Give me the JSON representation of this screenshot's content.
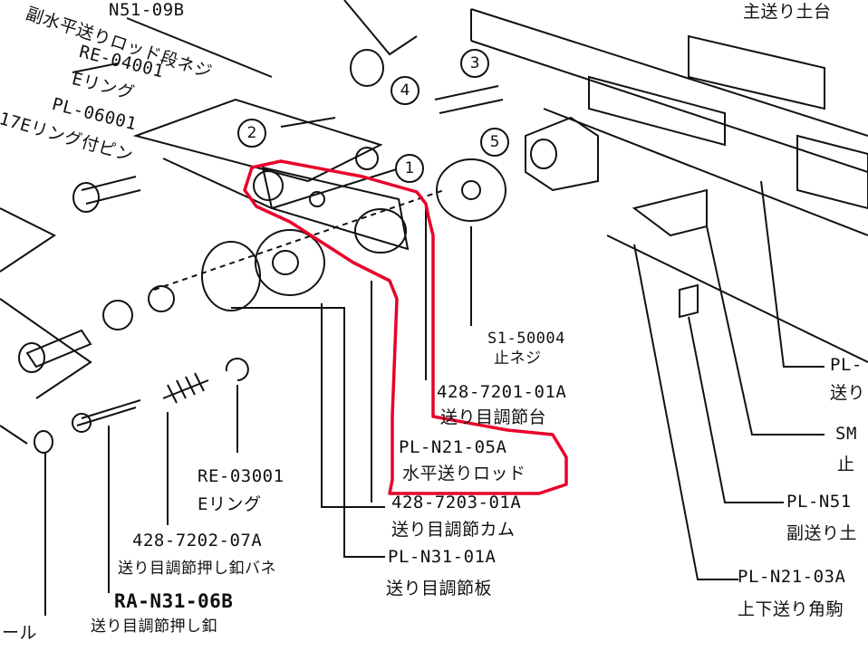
{
  "diagram": {
    "highlight_color": "#e8002a",
    "ink_color": "#111111",
    "labels": [
      {
        "id": "t1",
        "text": "N51-09B"
      },
      {
        "id": "t2",
        "text": "副水平送りロッド段ネジ"
      },
      {
        "id": "t3",
        "text": "RE-04001"
      },
      {
        "id": "t4",
        "text": "Eリング"
      },
      {
        "id": "t5",
        "text": "PL-06001"
      },
      {
        "id": "t6",
        "text": "17Eリング付ピン"
      },
      {
        "id": "t7",
        "text": "主送り土台"
      },
      {
        "id": "t8",
        "text": "S1-50004"
      },
      {
        "id": "t9",
        "text": "止ネジ"
      },
      {
        "id": "t10",
        "text": "428-7201-01A"
      },
      {
        "id": "t11",
        "text": "送り目調節台"
      },
      {
        "id": "t12",
        "text": "PL-N21-05A"
      },
      {
        "id": "t13",
        "text": "水平送りロッド"
      },
      {
        "id": "t14",
        "text": "428-7203-01A"
      },
      {
        "id": "t15",
        "text": "送り目調節カム"
      },
      {
        "id": "t16",
        "text": "PL-N31-01A"
      },
      {
        "id": "t17",
        "text": "送り目調節板"
      },
      {
        "id": "t18",
        "text": "RE-03001"
      },
      {
        "id": "t19",
        "text": "Eリング"
      },
      {
        "id": "t20",
        "text": "428-7202-07A"
      },
      {
        "id": "t21",
        "text": "送り目調節押し釦バネ"
      },
      {
        "id": "t22",
        "text": "RA-N31-06B"
      },
      {
        "id": "t23",
        "text": "送り目調節押し釦"
      },
      {
        "id": "t24",
        "text": "PL-"
      },
      {
        "id": "t25",
        "text": "送り"
      },
      {
        "id": "t26",
        "text": "SM"
      },
      {
        "id": "t27",
        "text": "止"
      },
      {
        "id": "t28",
        "text": "PL-N51"
      },
      {
        "id": "t29",
        "text": "副送り土"
      },
      {
        "id": "t30",
        "text": "PL-N21-03A"
      },
      {
        "id": "t31",
        "text": "上下送り角駒"
      },
      {
        "id": "t32",
        "text": "ール"
      }
    ],
    "callouts": [
      "1",
      "2",
      "3",
      "4",
      "5"
    ]
  }
}
